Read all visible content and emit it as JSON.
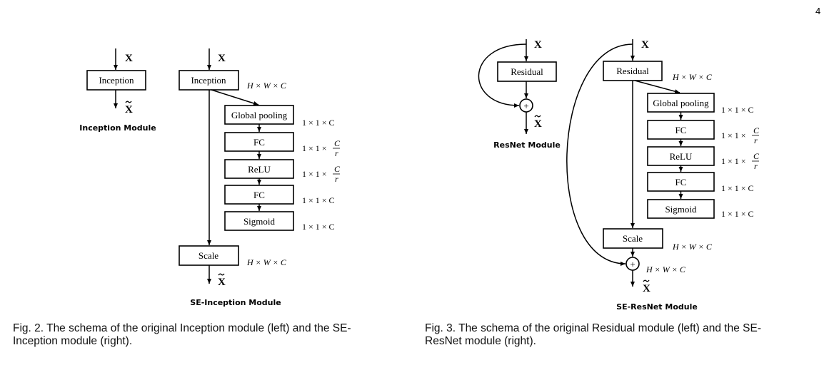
{
  "page_number": "4",
  "x_label": "X",
  "x_tilde_label": "X",
  "fig2": {
    "inception_module": {
      "block": "Inception",
      "title": "Inception Module"
    },
    "se_inception_module": {
      "input_block": "Inception",
      "input_dim": "H × W × C",
      "steps": [
        {
          "label": "Global pooling",
          "dim": "1 × 1 × C"
        },
        {
          "label": "FC",
          "dim": "1 × 1 ×",
          "frac_num": "C",
          "frac_den": "r"
        },
        {
          "label": "ReLU",
          "dim": "1 × 1 ×",
          "frac_num": "C",
          "frac_den": "r"
        },
        {
          "label": "FC",
          "dim": "1 × 1 × C"
        },
        {
          "label": "Sigmoid",
          "dim": "1 × 1 × C"
        }
      ],
      "scale": "Scale",
      "scale_dim": "H × W × C",
      "title": "SE-Inception Module"
    },
    "caption_line1": "Fig. 2. The schema of the original Inception module (left) and the SE-",
    "caption_line2": "Inception module (right)."
  },
  "fig3": {
    "resnet_module": {
      "block": "Residual",
      "title": "ResNet Module"
    },
    "se_resnet_module": {
      "input_block": "Residual",
      "input_dim": "H × W × C",
      "steps": [
        {
          "label": "Global pooling",
          "dim": "1 × 1 × C"
        },
        {
          "label": "FC",
          "dim": "1 × 1 ×",
          "frac_num": "C",
          "frac_den": "r"
        },
        {
          "label": "ReLU",
          "dim": "1 × 1 ×",
          "frac_num": "C",
          "frac_den": "r"
        },
        {
          "label": "FC",
          "dim": "1 × 1 × C"
        },
        {
          "label": "Sigmoid",
          "dim": "1 × 1 × C"
        }
      ],
      "scale": "Scale",
      "scale_dim": "H × W × C",
      "sum_dim": "H × W × C",
      "title": "SE-ResNet Module"
    },
    "caption_line1": "Fig. 3. The schema of the original Residual module (left) and the SE-",
    "caption_line2": "ResNet module (right)."
  }
}
